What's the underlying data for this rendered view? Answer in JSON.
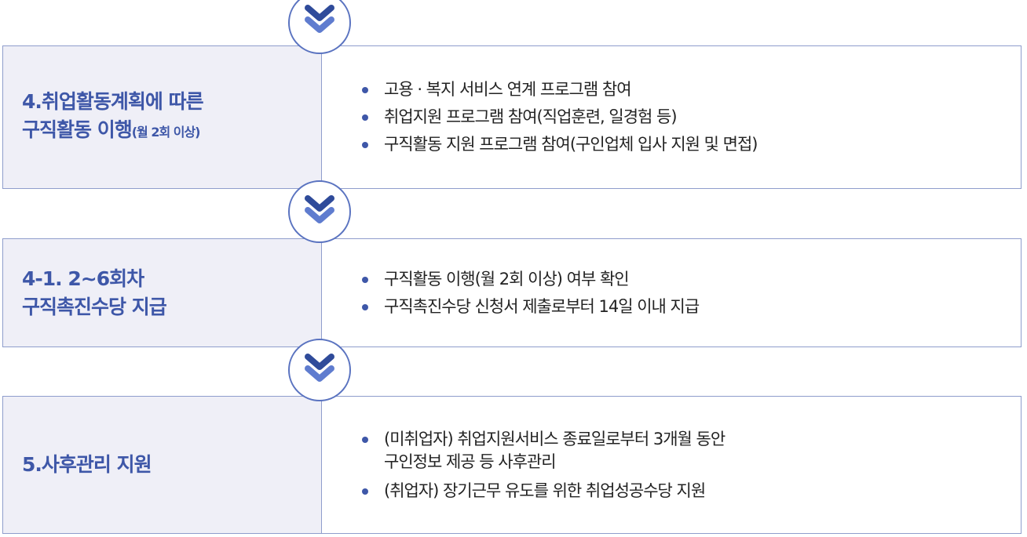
{
  "steps": [
    {
      "title_lines": [
        "4.취업활동계획에 따른",
        "구직활동 이행"
      ],
      "title_sub": "(월 2회 이상)",
      "bullets": [
        "고용 · 복지 서비스 연계 프로그램 참여",
        "취업지원 프로그램 참여(직업훈련, 일경험 등)",
        "구직활동 지원 프로그램 참여(구인업체 입사 지원 및 면접)"
      ]
    },
    {
      "title_lines": [
        "4-1. 2~6회차",
        "구직촉진수당 지급"
      ],
      "bullets": [
        "구직활동 이행(월 2회 이상) 여부 확인",
        "구직촉진수당 신청서 제출로부터 14일 이내 지급"
      ]
    },
    {
      "title_lines": [
        "5.사후관리 지원"
      ],
      "bullets": [
        [
          "(미취업자) 취업지원서비스 종료일로부터 3개월 동안",
          "구인정보 제공 등 사후관리"
        ],
        "(취업자) 장기근무 유도를 위한 취업성공수당 지원"
      ]
    }
  ],
  "icons": {
    "arrow": "double-chevron-down-icon"
  },
  "colors": {
    "accent": "#3e57a8",
    "border": "#8f9dcc",
    "panel_bg": "#efeff7",
    "arrow_dark": "#2f4b9a",
    "arrow_light": "#5f7ccf"
  }
}
